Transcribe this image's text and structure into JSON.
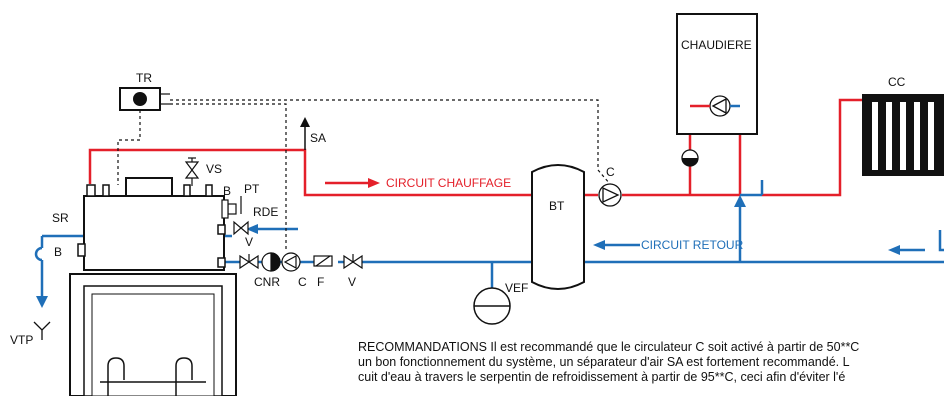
{
  "labels": {
    "tr": "TR",
    "sa": "SA",
    "vs": "VS",
    "b_top": "B",
    "pt": "PT",
    "rde": "RDE",
    "sr": "SR",
    "b_left": "B",
    "v_left": "V",
    "cnr": "CNR",
    "c_bottom": "C",
    "f": "F",
    "v_right": "V",
    "vtp": "VTP",
    "vef": "VEF",
    "bt": "BT",
    "c_top": "C",
    "chaudiere": "CHAUDIERE",
    "cc": "CC"
  },
  "circuits": {
    "chauffage": "CIRCUIT CHAUFFAGE",
    "retour": "CIRCUIT RETOUR"
  },
  "recommendations": [
    "RECOMMANDATIONS Il est recommandé que le circulateur C soit activé à partir de 50**C",
    "un bon fonctionnement du système, un séparateur d'air SA est fortement recommandé. L",
    "cuit d'eau à travers le serpentin de refroidissement à partir de 95**C, ceci afin d'éviter l'é"
  ],
  "colors": {
    "hot": "#e4202a",
    "return": "#1f6fb8",
    "line": "#111111"
  }
}
